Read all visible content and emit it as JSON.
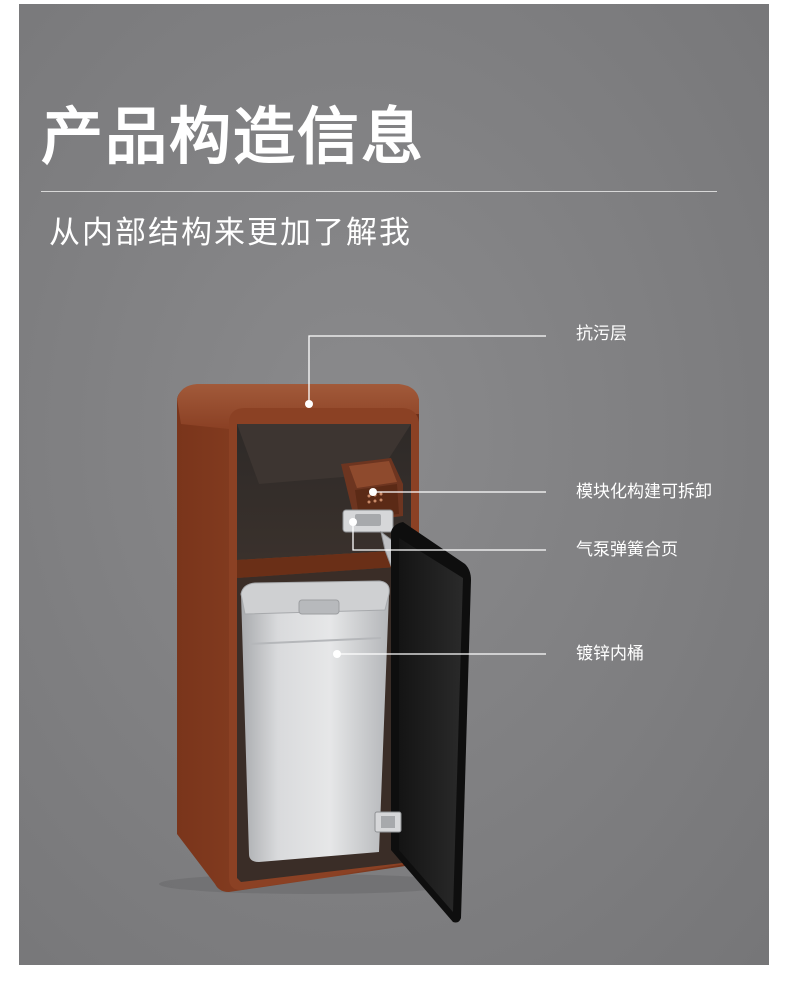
{
  "header": {
    "title": "产品构造信息",
    "subtitle": "从内部结构来更加了解我"
  },
  "callouts": [
    {
      "label": "抗污层"
    },
    {
      "label": "模块化构建可拆卸"
    },
    {
      "label": "气泵弹簧合页"
    },
    {
      "label": "镀锌内桶"
    }
  ],
  "colors": {
    "background": "#808082",
    "body_brown": "#8a3f22",
    "door": "#1e1e1e",
    "inner_bin": "#c9cacc",
    "text": "#ffffff"
  }
}
